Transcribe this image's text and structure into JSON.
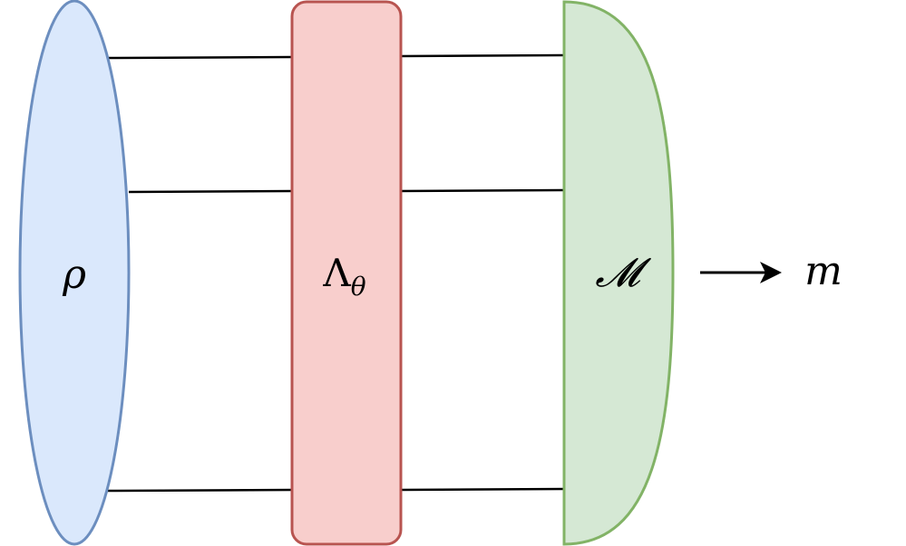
{
  "diagram": {
    "state": {
      "label": "ρ",
      "fill": "#dae8fc",
      "stroke": "#6c8ebf"
    },
    "channel": {
      "label_main": "Λ",
      "label_sub": "θ",
      "fill": "#f8cecc",
      "stroke": "#b85450"
    },
    "measurement": {
      "label": "𝓜",
      "fill": "#d5e8d4",
      "stroke": "#82b366"
    },
    "output": {
      "label": "m"
    },
    "wire_color": "#000000",
    "wire_count": 3
  }
}
